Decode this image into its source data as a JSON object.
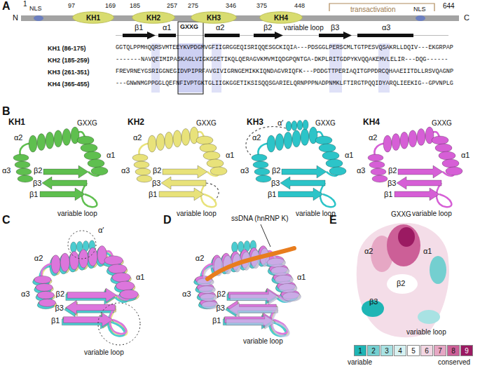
{
  "diagram": {
    "nodes": [
      {
        "text": [
          "KH1"
        ]
      },
      {
        "text": [
          "KH2"
        ]
      },
      {
        "text": [
          "KH3"
        ]
      },
      {
        "text": [
          "KH4"
        ]
      }
    ],
    "labels": [
      "A",
      "N",
      "1",
      "NLS",
      "97",
      "169",
      "185",
      "257",
      "275",
      "346",
      "375",
      "448",
      "transactivation",
      "NLS",
      "644",
      "C",
      "β1",
      "α1",
      "GXXG",
      "α2",
      "β2",
      "variable loop",
      "β3",
      "α3",
      "KH1 (86-175)",
      "GGTQLPPMHQQRSVMTEEYKVPDGMVGFIIGRGGEQISRIQQESGCKIQIA---PDSGGLPERSCMLTGTPESVQSAKRLLDQIV---EKGRPAP",
      "KH2 (185-259)",
      "-------NAVQEIMIPASKAGLVIGKGGETIKQLQERAGVKMVMIQDGPQNTGA-DKPLRITGDPYKVQQAKEMVLELIR---DQG------",
      "KH3 (261-351)",
      "FREVRNEYGSRIGGNEGIDVPIPRFAVGIVIGRNGEMIKKIQNDAGVRIQFK---PDDGTTPERIAQITGPPDRCQHAAEIITDLLRSVQAGNP",
      "KH4 (365-455)",
      "---GNWNMGPPGGLQEFNFIVPTGKTGLIIGKGGETIKSISQQSGARIELQRNPPPNADPNMKLFTIRGTPQQIDYARQLIEEKIG--GPVNPLG",
      "B",
      "KH1",
      "GXXG",
      "α2",
      "α1",
      "α3",
      "β2",
      "β3",
      "β1",
      "variable loop",
      "KH2",
      "GXXG",
      "α2",
      "α1",
      "α3",
      "β2",
      "β3",
      "β1",
      "variable loop",
      "KH3",
      "α′",
      "GXXG",
      "α2",
      "α1",
      "α3",
      "β2",
      "β3",
      "β1",
      "variable loop",
      "KH4",
      "GXXG",
      "α2",
      "α1",
      "α3",
      "β2",
      "β3",
      "β1",
      "variable loop",
      "C",
      "α′",
      "α2",
      "α1",
      "α3",
      "β2",
      "β3",
      "β1",
      "variable loop",
      "D",
      "ssDNA (hnRNP K)",
      "α2",
      "α1",
      "α3",
      "β2",
      "β3",
      "β1",
      "variable loop",
      "E",
      "GXXG",
      "α2",
      "α1",
      "β2",
      "β3",
      "variable loop",
      "variable",
      "conserved"
    ],
    "legend": [
      {
        "text": "1",
        "color": "#1fb5b5"
      },
      {
        "text": "2",
        "color": "#74cfd0"
      },
      {
        "text": "3",
        "color": "#a8e2e3"
      },
      {
        "text": "4",
        "color": "#d6f1f1"
      },
      {
        "text": "5",
        "color": "#ffffff"
      },
      {
        "text": "6",
        "color": "#f2d6e3"
      },
      {
        "text": "7",
        "color": "#e6a7c4"
      },
      {
        "text": "8",
        "color": "#cc5f97"
      },
      {
        "text": "9",
        "color": "#9b1a62"
      }
    ]
  }
}
